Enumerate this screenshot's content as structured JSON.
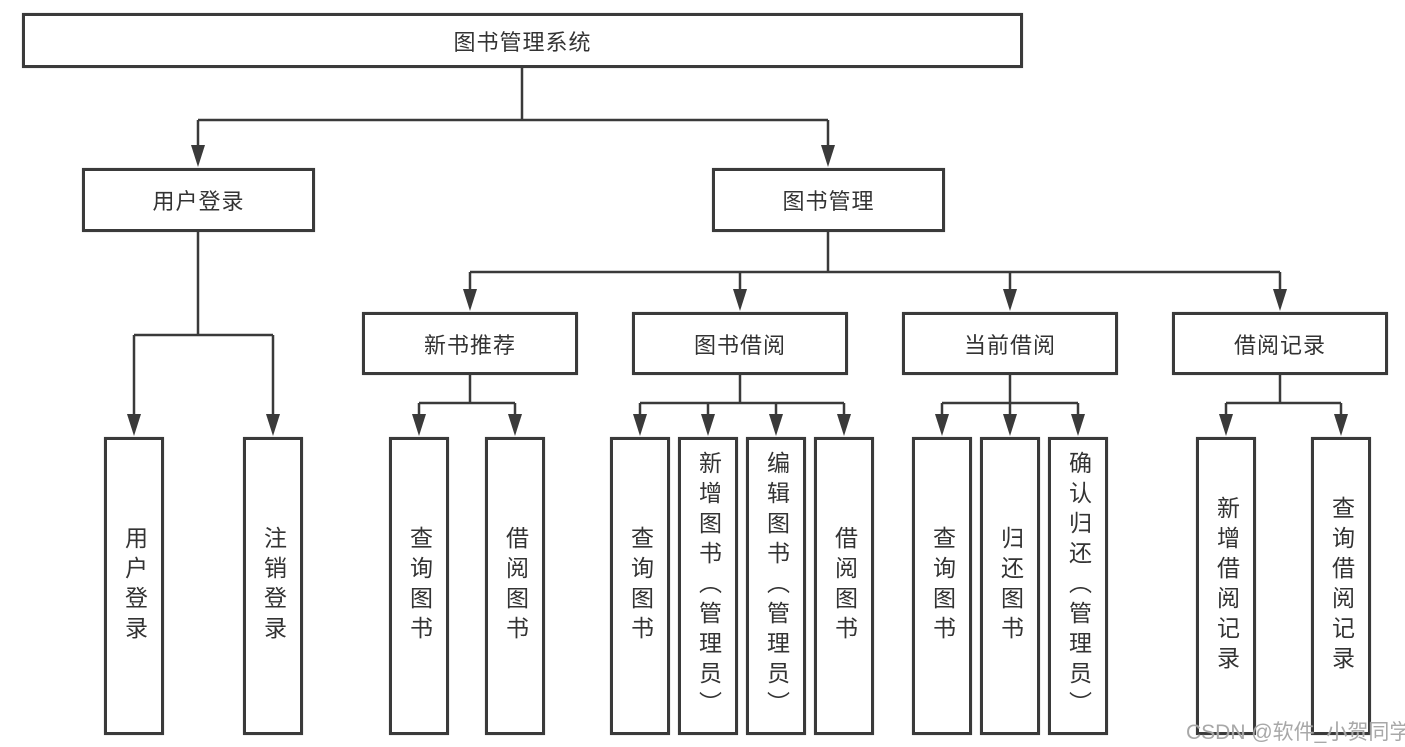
{
  "nodes": {
    "root": "图书管理系统",
    "login": "用户登录",
    "mgmt": "图书管理",
    "newbook": "新书推荐",
    "borrow": "图书借阅",
    "current": "当前借阅",
    "records": "借阅记录",
    "leaf_user_login": "用户登录",
    "leaf_logout": "注销登录",
    "leaf_nb_query": "查询图书",
    "leaf_nb_borrow": "借阅图书",
    "leaf_bw_query": "查询图书",
    "leaf_bw_add": "新增图书（管理员）",
    "leaf_bw_edit": "编辑图书（管理员）",
    "leaf_bw_borrow": "借阅图书",
    "leaf_cur_query": "查询图书",
    "leaf_cur_return": "归还图书",
    "leaf_cur_confirm": "确认归还（管理员）",
    "leaf_rec_add": "新增借阅记录",
    "leaf_rec_query": "查询借阅记录"
  },
  "watermark": "CSDN @软件_小贺同学",
  "colors": {
    "line": "#3a3a3a",
    "text": "#333333",
    "watermark": "#9e9e9e",
    "background": "#ffffff"
  }
}
